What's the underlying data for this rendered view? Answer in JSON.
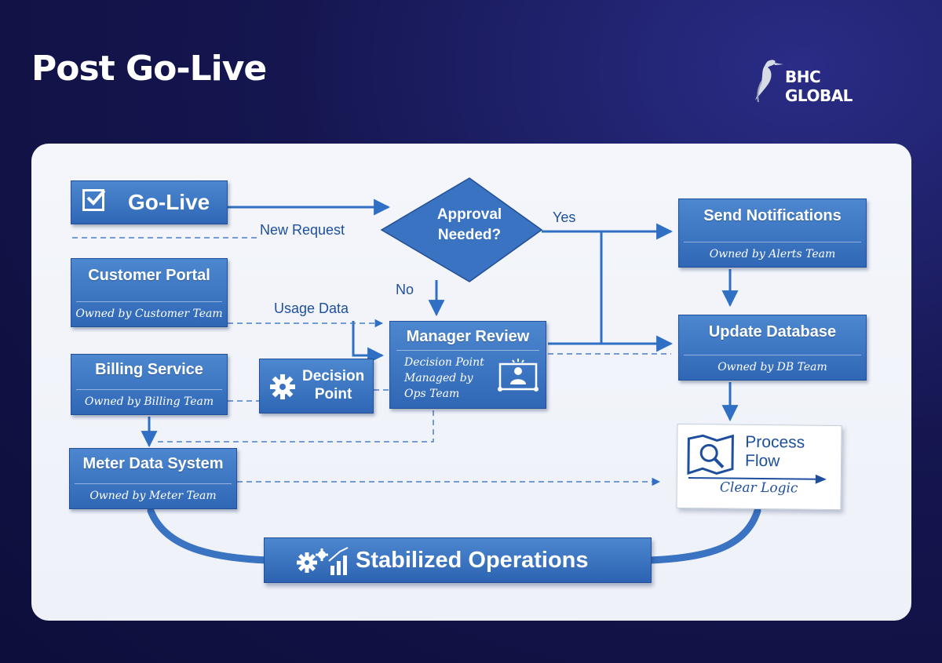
{
  "header": {
    "title": "Post Go-Live",
    "brand": "BHC GLOBAL",
    "brand_logo_icon": "heron-icon"
  },
  "diagram": {
    "go_live": {
      "label": "Go-Live",
      "icon": "checkbox-icon"
    },
    "approval": {
      "line1": "Approval",
      "line2": "Needed?"
    },
    "edge_labels": {
      "yes": "Yes",
      "no": "No",
      "new_request": "New Request",
      "usage_data": "Usage Data"
    },
    "send_notifications": {
      "title": "Send Notifications",
      "owner": "Owned by Alerts Team"
    },
    "customer_portal": {
      "title": "Customer Portal",
      "owner": "Owned by Customer Team"
    },
    "manager_review": {
      "title": "Manager Review",
      "line1": "Decision Point",
      "line2": "Managed by",
      "line3": "Ops Team",
      "icon": "manager-presentation-icon"
    },
    "update_database": {
      "title": "Update Database",
      "owner": "Owned by DB Team"
    },
    "billing_service": {
      "title": "Billing Service",
      "owner": "Owned by Billing Team"
    },
    "decision_point": {
      "line1": "Decision",
      "line2": "Point",
      "icon": "gear-icon"
    },
    "meter_data": {
      "title": "Meter Data System",
      "owner": "Owned by Meter Team"
    },
    "process_flow": {
      "line1": "Process",
      "line2": "Flow",
      "sub": "Clear Logic",
      "icon": "map-search-icon"
    },
    "stabilized": {
      "label": "Stabilized Operations",
      "icon": "gears-chart-icon"
    }
  },
  "colors": {
    "background": "#151650",
    "box_fill": "#3a73c2",
    "line": "#2f6fc4",
    "text_blue": "#1e4f9d"
  }
}
